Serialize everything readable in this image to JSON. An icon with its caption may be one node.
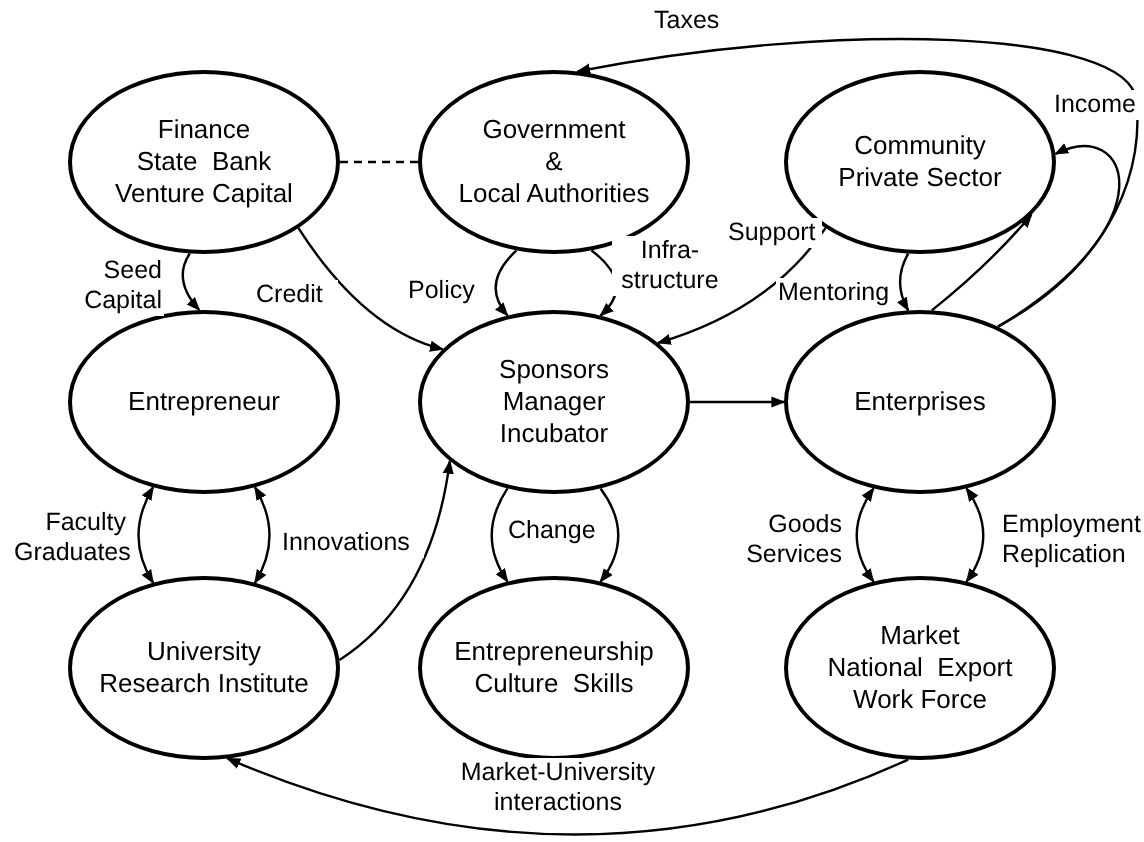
{
  "diagram": {
    "nodes": [
      {
        "text": [
          "Finance",
          "State  Bank",
          "Venture Capital"
        ]
      },
      {
        "text": [
          "Government",
          "&",
          "Local Authorities"
        ]
      },
      {
        "text": [
          "Community",
          "Private Sector"
        ]
      },
      {
        "text": [
          "Entrepreneur"
        ]
      },
      {
        "text": [
          "Sponsors",
          "Manager",
          "Incubator"
        ]
      },
      {
        "text": [
          "Enterprises"
        ]
      },
      {
        "text": [
          "University",
          "Research Institute"
        ]
      },
      {
        "text": [
          "Entrepreneurship",
          "Culture  Skills"
        ]
      },
      {
        "text": [
          "Market",
          "National  Export",
          "Work Force"
        ]
      }
    ],
    "edges": [
      {
        "from": 0,
        "to": 3,
        "arrow": "to",
        "label": "Seed Capital"
      },
      {
        "from": 0,
        "to": 4,
        "arrow": "to",
        "label": "Credit"
      },
      {
        "from": 0,
        "to": 1,
        "arrow": "none",
        "style": "dashed"
      },
      {
        "from": 1,
        "to": 4,
        "arrow": "to",
        "label": "Policy"
      },
      {
        "from": 1,
        "to": 4,
        "arrow": "to",
        "label": "Infra- structure"
      },
      {
        "from": 2,
        "to": 4,
        "arrow": "to",
        "label": "Support"
      },
      {
        "from": 2,
        "to": 5,
        "arrow": "to",
        "label": "Mentoring"
      },
      {
        "from": 5,
        "to": 2,
        "arrow": "to"
      },
      {
        "from": 5,
        "to": 1,
        "arrow": "to",
        "label": "Taxes"
      },
      {
        "from": 5,
        "to": 2,
        "arrow": "to",
        "label": "Income"
      },
      {
        "from": 4,
        "to": 5,
        "arrow": "to"
      },
      {
        "from": 3,
        "to": 6,
        "arrow": "both",
        "label": "Faculty Graduates"
      },
      {
        "from": 3,
        "to": 6,
        "arrow": "both"
      },
      {
        "from": 6,
        "to": 4,
        "arrow": "to",
        "label": "Innovations"
      },
      {
        "from": 4,
        "to": 7,
        "arrow": "to",
        "label": "Change"
      },
      {
        "from": 4,
        "to": 7,
        "arrow": "to"
      },
      {
        "from": 5,
        "to": 8,
        "arrow": "both",
        "label": "Goods Services"
      },
      {
        "from": 5,
        "to": 8,
        "arrow": "both",
        "label": "Employment Replication"
      },
      {
        "from": 8,
        "to": 6,
        "arrow": "to",
        "label": "Market-University interactions"
      }
    ]
  }
}
